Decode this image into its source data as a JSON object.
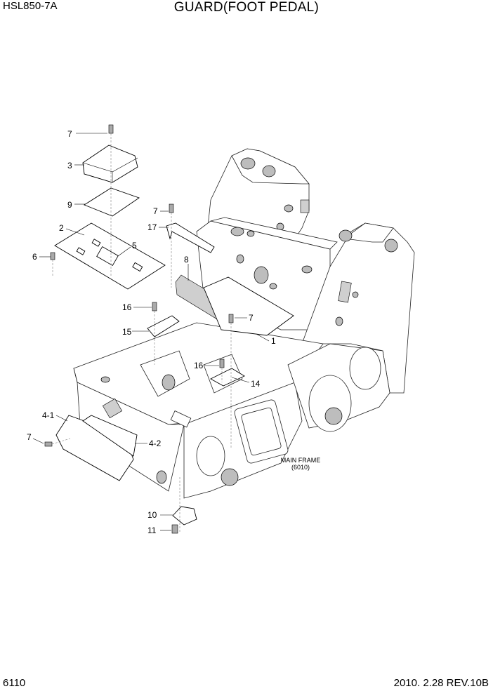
{
  "header": {
    "model": "HSL850-7A",
    "title": "GUARD(FOOT PEDAL)"
  },
  "footer": {
    "page_number": "6110",
    "revision": "2010. 2.28  REV.10B"
  },
  "callouts": {
    "c7a": "7",
    "c3": "3",
    "c9": "9",
    "c2": "2",
    "c5": "5",
    "c6": "6",
    "c7b": "7",
    "c17": "17",
    "c8": "8",
    "c16a": "16",
    "c15": "15",
    "c7c": "7",
    "c1": "1",
    "c16b": "16",
    "c14": "14",
    "c4_1": "4-1",
    "c4_2": "4-2",
    "c7d": "7",
    "c10": "10",
    "c11": "11"
  },
  "main_frame_note": {
    "line1": "MAIN FRAME",
    "line2": "(6010)"
  }
}
